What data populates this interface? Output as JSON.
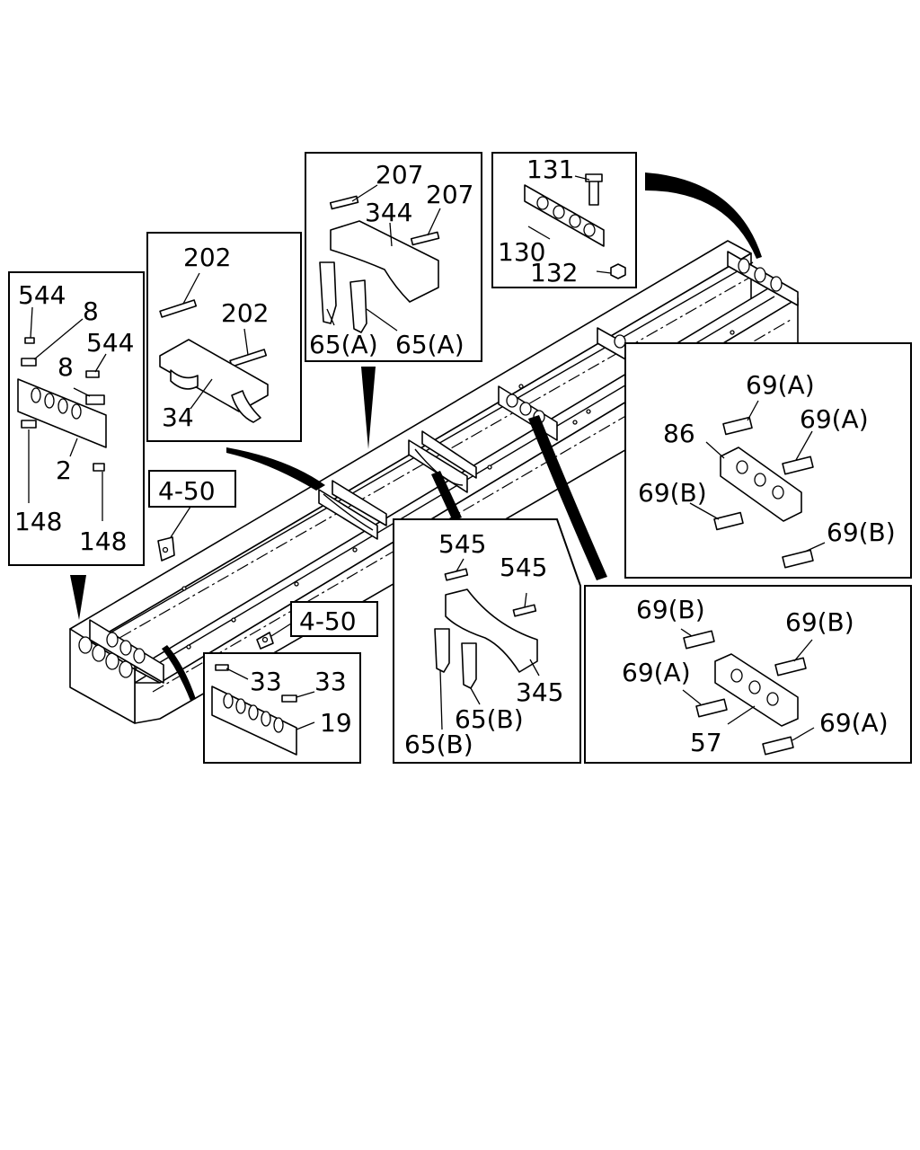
{
  "callouts": {
    "p544a": "544",
    "p8a": "8",
    "p544b": "544",
    "p8b": "8",
    "p2": "2",
    "p148a": "148",
    "p148b": "148",
    "p202a": "202",
    "p202b": "202",
    "p34": "34",
    "p207a": "207",
    "p207b": "207",
    "p344": "344",
    "p65a1": "65(A)",
    "p65a2": "65(A)",
    "p131": "131",
    "p130": "130",
    "p132": "132",
    "p69a1": "69(A)",
    "p86": "86",
    "p69a2": "69(A)",
    "p69b1": "69(B)",
    "p69b2": "69(B)",
    "p545a": "545",
    "p545b": "545",
    "p345": "345",
    "p65b1": "65(B)",
    "p65b2": "65(B)",
    "p69b3": "69(B)",
    "p69b4": "69(B)",
    "p69a3": "69(A)",
    "p69a4": "69(A)",
    "p57": "57",
    "p33a": "33",
    "p33b": "33",
    "p19": "19"
  },
  "refs": {
    "ref1": "4-50",
    "ref2": "4-50"
  }
}
